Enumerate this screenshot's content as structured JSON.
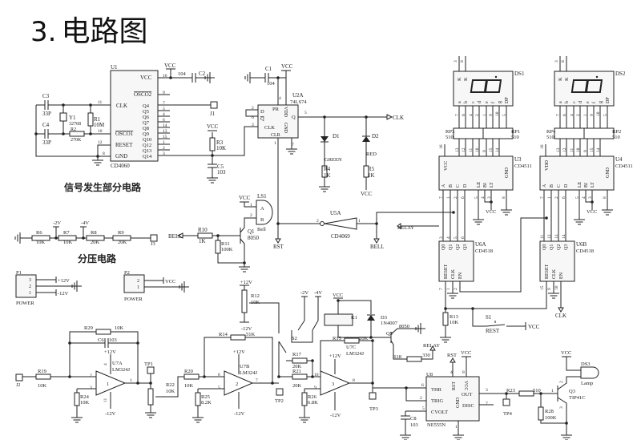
{
  "title": {
    "number": "3.",
    "text": "电路图"
  },
  "headings": {
    "signal": "信号发生部分电路",
    "divider": "分压电路"
  },
  "common": {
    "vcc": "VCC",
    "p12": "+12V",
    "m12": "-12V",
    "m2": "-2V",
    "m4": "-4V",
    "clk": "CLK",
    "rst": "RST",
    "bell": "BELL",
    "relay": "RELAY",
    "gnd": "GND",
    "k10": "10K",
    "k20": "20K",
    "c103": "103",
    "c104": "104",
    "p33": "33P",
    "r510": "510",
    "k1": "1K",
    "k100": "100K",
    "lm324": "LM324J",
    "cd4511": "CD4511",
    "cd4518": "CD4518",
    "power": "POWER",
    "q8050": "8050"
  },
  "signal_section": {
    "u1": "U1",
    "u1_part": "CD4060",
    "u1_vcc": "VCC",
    "u1_osco2": "OSCO2",
    "u1_clk": "CLK",
    "u1_osco1": "OSCO1",
    "u1_reset": "RESET",
    "u1_gnd": "GND",
    "u1_outputs": [
      "Q4",
      "Q5",
      "Q6",
      "Q7",
      "Q8",
      "Q9",
      "Q10",
      "Q12",
      "Q13",
      "Q14"
    ],
    "u1_right_pins": [
      "16",
      "9",
      "7",
      "5",
      "4",
      "6",
      "14",
      "13",
      "15",
      "1",
      "2",
      "3"
    ],
    "u1_left_pins": [
      "11",
      "10",
      "12",
      "8"
    ],
    "c2": "C2",
    "c3": "C3",
    "c4": "C4",
    "y1": "Y1",
    "y1_value": "32768",
    "r1": "R1",
    "r1_value": "10M",
    "r2": "R2",
    "r2_value": "270K",
    "j1": "J1",
    "r3": "R3",
    "c5": "C5",
    "c1": "C1",
    "u2": "U2A",
    "u2_part": "74LS74",
    "u2_pr": "PR",
    "u2_d": "D",
    "u2_qbar": "Q",
    "u2_clk": "CLK",
    "u2_q": "Q",
    "u2_vdd": "VDD",
    "u2_gnd": "GND",
    "u2_clr": "CLR",
    "u2_pins": [
      "4",
      "2",
      "6",
      "3",
      "5",
      "1",
      "7"
    ],
    "d1": "D1",
    "d1_color": "GREEN",
    "d2": "D2",
    "d2_color": "RED",
    "r4": "R4",
    "r5": "R5"
  },
  "bell_section": {
    "ls1": "LS1",
    "ls1_a": "A",
    "ls1_b": "B",
    "ls1_name": "Bell",
    "ls1_pins": [
      "1",
      "2"
    ],
    "q1": "Q1",
    "r10": "R10",
    "r11": "R11",
    "u5": "U5A",
    "u5_part": "CD4069",
    "u5_pins": [
      "2",
      "1"
    ]
  },
  "display_section": {
    "ds1": "DS1",
    "ds2": "DS2",
    "rp1": "RP1",
    "rp2": "RP2",
    "rp3": "RP3",
    "rp4": "RP4",
    "u3": "U3",
    "u4": "U4",
    "u3_supply": "VCC",
    "u4_supply": "VDD",
    "segments": [
      "a",
      "b",
      "c",
      "d",
      "e",
      "f",
      "g",
      "DP"
    ],
    "common_k": "K",
    "ds_seg_pins": [
      "7",
      "6",
      "4",
      "2",
      "1",
      "9",
      "10",
      "5"
    ],
    "ds_common_pins": [
      "3",
      "8"
    ],
    "decoder_out_pins": [
      "13",
      "12",
      "11",
      "10",
      "9",
      "15",
      "14"
    ],
    "decoder_in_labels": [
      "A",
      "B",
      "C",
      "D",
      "LE",
      "BI",
      "LT"
    ],
    "decoder_in_pins": [
      "7",
      "1",
      "2",
      "6",
      "5",
      "4",
      "3"
    ],
    "decoder_vdd_pin": "16",
    "decoder_gnd_pin": "8",
    "u6a": "U6A",
    "u6b": "U6B",
    "counter_q": [
      "Q0",
      "Q1",
      "Q2",
      "Q3"
    ],
    "counter_ctrl": [
      "RESET",
      "CLK",
      "EN"
    ],
    "u6a_top_pins": [
      "3",
      "4",
      "5",
      "6"
    ],
    "u6a_bottom_pins": [
      "7",
      "1",
      "2"
    ],
    "u6b_top_pins": [
      "11",
      "12",
      "13",
      "14"
    ],
    "u6b_bottom_pins": [
      "15",
      "9",
      "10"
    ],
    "r13": "R13",
    "s1": "S1",
    "s1_name": "REST"
  },
  "divider_section": {
    "r6": "R6",
    "r7": "R7",
    "r8": "R8",
    "r9": "R9",
    "j3": "J3",
    "p1": "P1",
    "p1_pins": [
      "3",
      "2",
      "1"
    ],
    "p2": "P2",
    "p2_pins": [
      "2",
      "1"
    ]
  },
  "analog_section": {
    "j2": "J2",
    "r19": "R19",
    "r29": "R29",
    "c6": "C6",
    "u7a": "U7A",
    "r24": "R24",
    "tp1": "TP1",
    "r22": "R22",
    "r20": "R20",
    "r14": "R14",
    "r14_value": "51K",
    "u7b": "U7B",
    "r25": "R25",
    "r25_value": "8.2K",
    "tp2": "TP2",
    "r12": "R12",
    "s2": "S2",
    "r17": "R17",
    "r21": "R21",
    "r26": "R26",
    "r26_value": "6.8K",
    "u7c": "U7C",
    "tp3": "TP3",
    "r15": "R15",
    "k1_relay": "K1",
    "d3": "D3",
    "d3_part": "1N4007",
    "q2": "Q2",
    "r18": "R18",
    "r18_value": "330",
    "u7a_pins": [
      "2",
      "3",
      "1",
      "4",
      "11"
    ],
    "u7b_pins": [
      "6",
      "5",
      "7"
    ],
    "u7c_pins": [
      "10",
      "9",
      "8"
    ],
    "opamp_units": [
      "1",
      "2",
      "3"
    ]
  },
  "timer_section": {
    "u8": "U8",
    "u8_part": "NE555N",
    "thr": "THR",
    "trig": "TRIG",
    "cvolt": "CVOLT",
    "rst": "RST",
    "vcc": "VCC",
    "out": "OUT",
    "disc": "DISC",
    "gnd": "GND",
    "u8_pins": [
      "6",
      "2",
      "5",
      "4",
      "8",
      "3",
      "7",
      "1"
    ],
    "c8": "C8",
    "r23": "R23",
    "tp4": "TP4",
    "r28": "R28",
    "q3": "Q3",
    "q3_part": "TIP41C",
    "ds3": "DS3",
    "ds3_name": "Lamp",
    "q3_pins": [
      "1",
      "2",
      "3"
    ]
  },
  "colors": {
    "ink": "#222222",
    "background": "#ffffff"
  }
}
